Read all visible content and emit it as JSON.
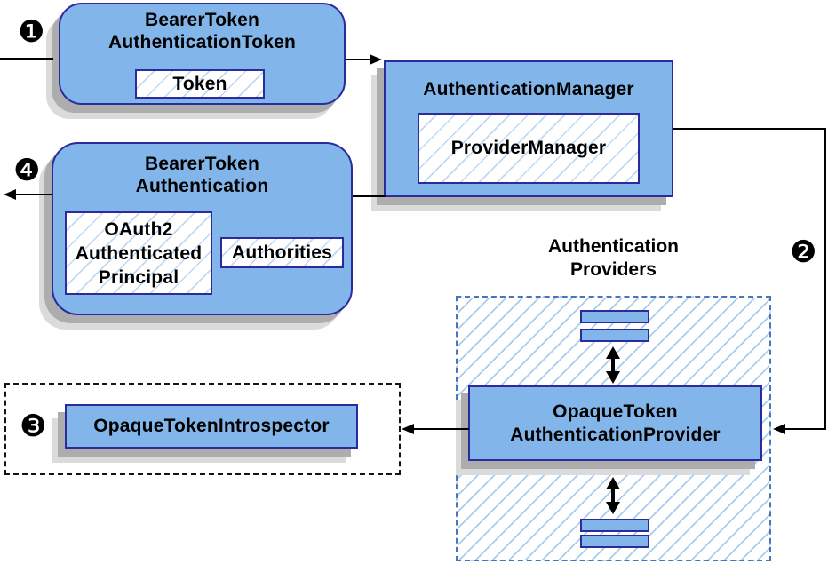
{
  "badges": {
    "step1": "❶",
    "step2": "❷",
    "step3": "❸",
    "step4": "❹"
  },
  "boxes": {
    "bearer_token_authentication_token": {
      "title": "BearerToken\nAuthenticationToken",
      "token_label": "Token"
    },
    "authentication_manager": {
      "title": "AuthenticationManager",
      "provider_manager_label": "ProviderManager"
    },
    "bearer_token_authentication": {
      "title": "BearerToken\nAuthentication",
      "principal_label": "OAuth2\nAuthenticated\nPrincipal",
      "authorities_label": "Authorities"
    },
    "introspector": {
      "label": "OpaqueTokenIntrospector"
    },
    "providers": {
      "title": "Authentication\nProviders",
      "provider_label": "OpaqueToken\nAuthenticationProvider"
    }
  },
  "colors": {
    "box_fill": "#82B6EB",
    "box_border": "#2B2B9E",
    "arrow": "#000000",
    "hatch_line": "#AECDF0",
    "providers_dash_border": "#4677B8",
    "introspector_dash_border": "#141414",
    "shadow_dark": "#ADADAD",
    "shadow_light": "#DBDBDB",
    "text": "#000000",
    "background": "#FFFFFF"
  }
}
